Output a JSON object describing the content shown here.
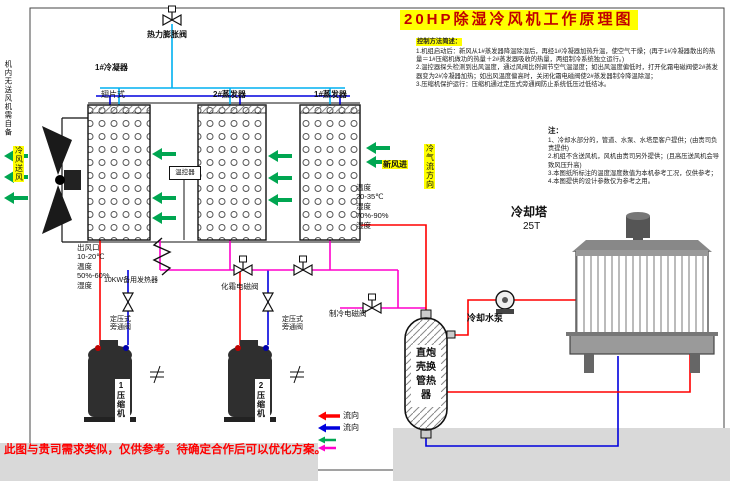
{
  "title": "20HP除湿冷风机工作原理图",
  "colors": {
    "pipe_cold": "#00b0f0",
    "pipe_blue": "#0000dd",
    "pipe_liquid": "#ff00cc",
    "pipe_hot": "#ff0000",
    "air_flow": "#00a651",
    "highlight": "#ffff00",
    "title_red": "#c00000",
    "disclaimer_red": "#ff0000"
  },
  "control_notes": {
    "header": "控制方法简述：",
    "lines": [
      "1.机组启动后：新风从1#蒸发器降温除湿后，再经1#冷凝器加热升温，使空气干燥；(再于1#冷凝器散出的热量＝1#压缩机做功的热量＋2#蒸发器吸收的热量，两组制冷系统独立运行。)",
      "2.温控器探头检测到出风温度，通过风阀比例调节空气温湿度；如出风温度偏低时，打开化霜电磁阀使2#蒸发器变为2#冷凝器加热；如出风温度偏高时，关闭化霜电磁阀使2#蒸发器制冷降温除湿；",
      "3.压缩机保护运行：压缩机通过定压式旁通阀防止系统低压过低结冰。"
    ]
  },
  "side_notes": {
    "header": "注：",
    "lines": [
      "1、冷却水部分的，管道、水泵、水塔是客户提供；(由贵司负责提供)",
      "2.机组不含送风机，风机由贵司另外提供；(且高压送风机会导致风压升高)",
      "3.本图纸所标注的温度湿度数值为本机参考工况，仅供参考；",
      "4.本图提供的设计参数仅为参考之用。"
    ]
  },
  "labels": {
    "expansion_valve": "热力膨胀阀",
    "condenser1": "1#冷凝器",
    "fin_type": "翅片式",
    "evaporator2": "2#蒸发器",
    "evaporator1": "1#蒸发器",
    "fan_note": "机内无送风机需自备",
    "cold_air_supply": "冷风送风",
    "thermostat": "温控器",
    "fresh_air_in": "新风进",
    "cold_air_flow_dir": "冷气流方向",
    "inlet_condition": [
      "温度",
      "20-35℃",
      "湿度",
      "70%-90%",
      "湿度"
    ],
    "outlet_condition": [
      "出风口",
      "10-20℃",
      "温度",
      "50%-60%",
      "湿度"
    ],
    "backup_heater": "10KW备用发热器",
    "defrost_valve": "化霜电磁阀",
    "cooling_valve": "制冷电磁阀",
    "bypass_valve_1": [
      "定压式",
      "旁通阀"
    ],
    "bypass_valve_2": [
      "定压式",
      "旁通阀"
    ],
    "compressor1": "1压缩机",
    "compressor2": "2压缩机",
    "cooling_tower": "冷却塔",
    "tower_capacity": "25T",
    "cooling_pump": "冷却水泵",
    "heat_exchanger": [
      "直炮",
      "壳换",
      "管热",
      "器"
    ],
    "legend_flow_hot": "流向",
    "legend_flow_cold": "流向",
    "disclaimer": "此图与贵司需求类似，仅供参考。待确定合作后可以优化方案。"
  }
}
